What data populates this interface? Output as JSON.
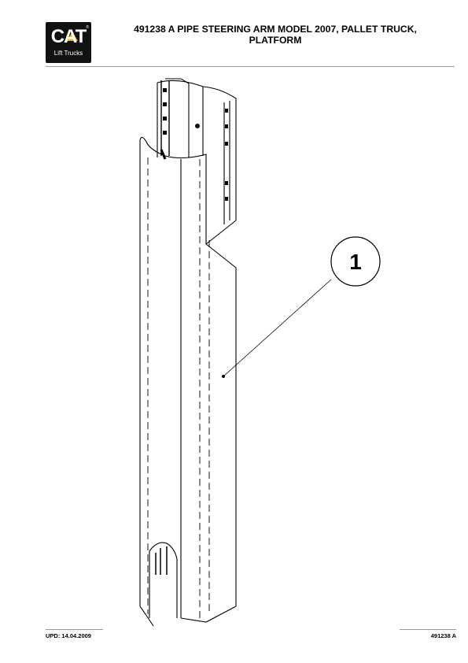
{
  "logo": {
    "brand": "CAT",
    "subtitle": "Lift Trucks",
    "registered": "®"
  },
  "header": {
    "title_line1": "491238 A  PIPE STEERING ARM MODEL 2007, PALLET TRUCK,",
    "title_line2": "PLATFORM"
  },
  "drawing": {
    "callout_number": "1"
  },
  "footer": {
    "updated": "UPD: 14.04.2009",
    "part_number": "491238 A"
  }
}
